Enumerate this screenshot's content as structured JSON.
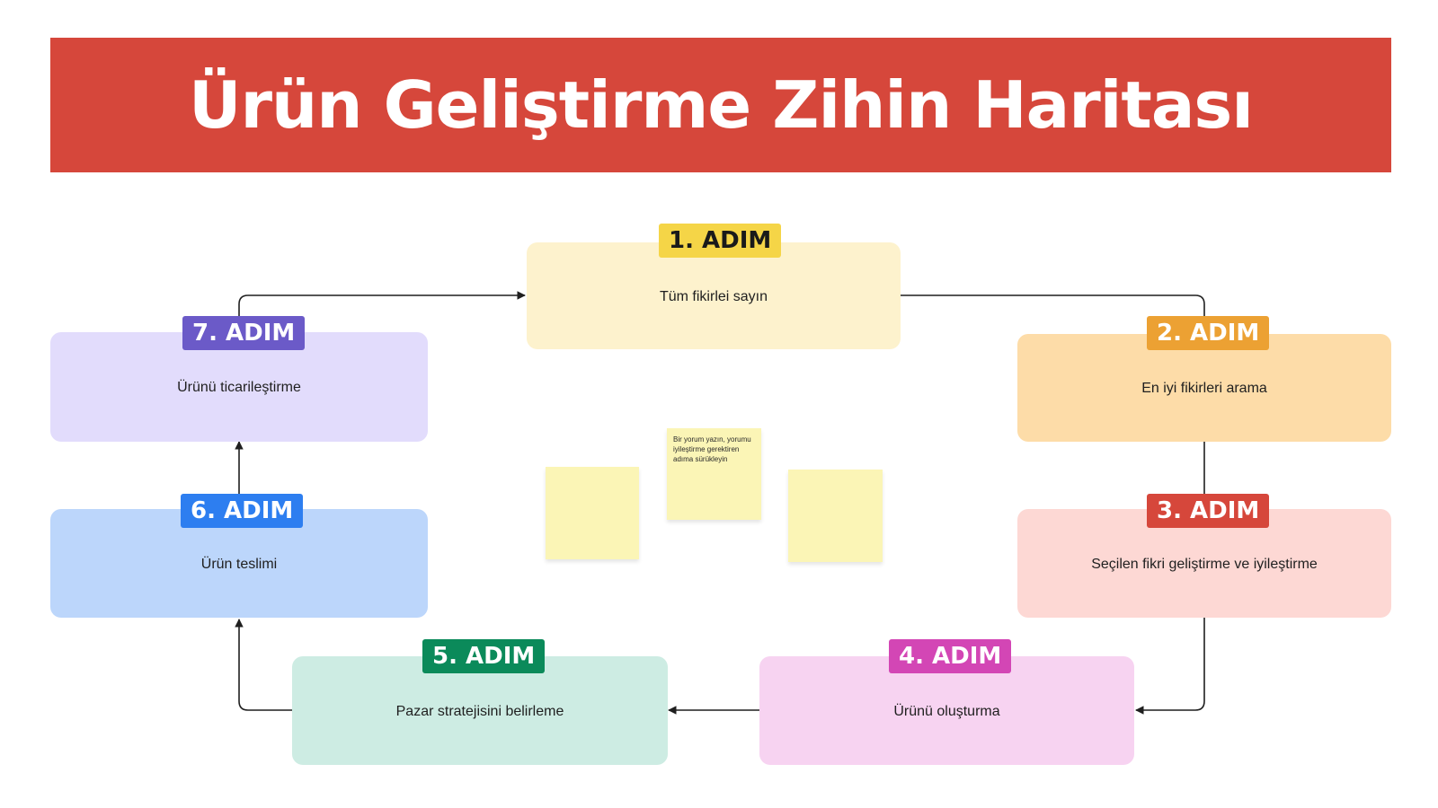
{
  "title": "Ürün Geliştirme Zihin Haritası",
  "colors": {
    "banner": "#d6473b",
    "step1_badge": "#f5d547",
    "step1_box": "#fdf2cd",
    "step2_badge": "#eca133",
    "step2_box": "#fddca8",
    "step3_badge": "#d6473b",
    "step3_box": "#fdd8d4",
    "step4_badge": "#d346b5",
    "step4_box": "#f7d3f1",
    "step5_badge": "#0b8a5a",
    "step5_box": "#cdece3",
    "step6_badge": "#2d7ef0",
    "step6_box": "#bcd6fb",
    "step7_badge": "#6b5ac8",
    "step7_box": "#e2dcfc",
    "sticky": "#fbf5b6"
  },
  "steps": [
    {
      "badge": "1. ADIM",
      "text": "Tüm fikirlei sayın"
    },
    {
      "badge": "2. ADIM",
      "text": "En iyi fikirleri arama"
    },
    {
      "badge": "3. ADIM",
      "text": "Seçilen fikri geliştirme ve iyileştirme"
    },
    {
      "badge": "4. ADIM",
      "text": "Ürünü oluşturma"
    },
    {
      "badge": "5. ADIM",
      "text": "Pazar stratejisini belirleme"
    },
    {
      "badge": "6. ADIM",
      "text": "Ürün teslimi"
    },
    {
      "badge": "7. ADIM",
      "text": "Ürünü ticarileştirme"
    }
  ],
  "sticky_note": "Bir yorum yazın, yorumu iyileştirme gerektiren adıma sürükleyin"
}
